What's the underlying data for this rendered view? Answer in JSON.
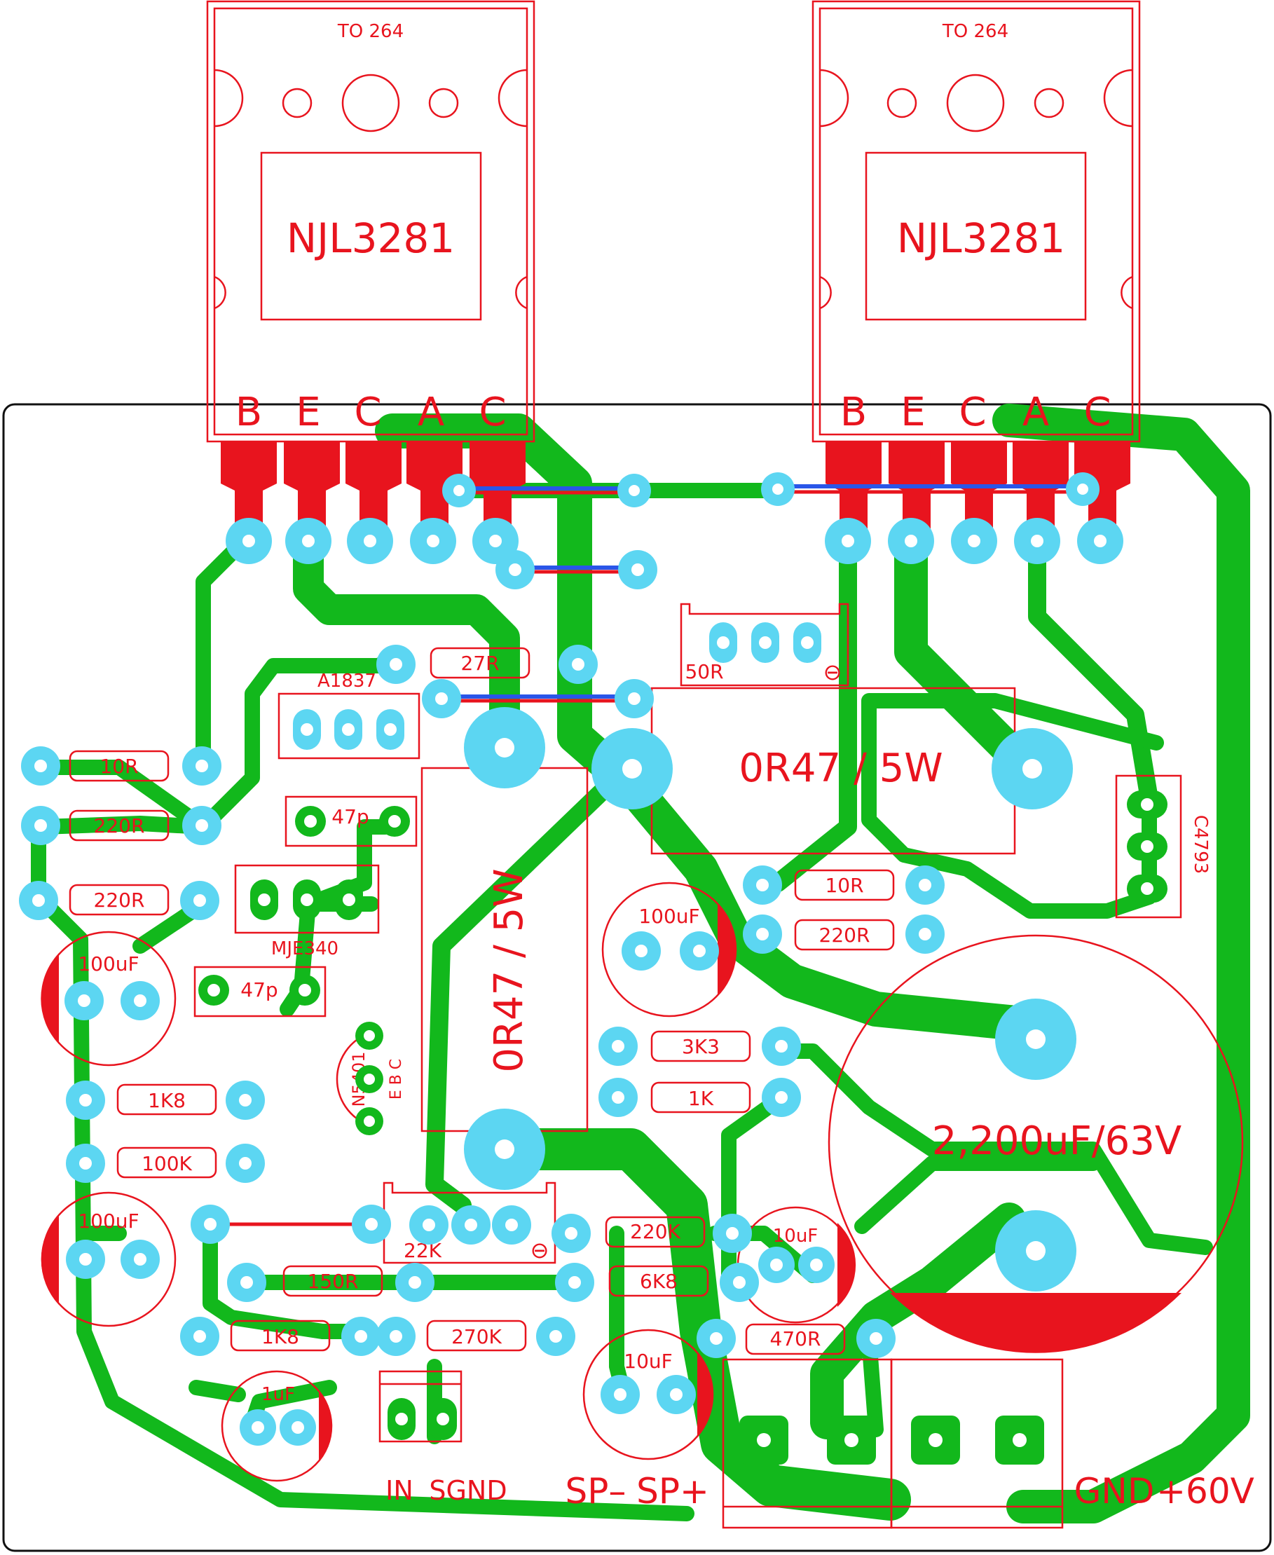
{
  "transistors": {
    "left": {
      "package": "TO 264",
      "part": "NJL3281",
      "pins": [
        "B",
        "E",
        "C",
        "A",
        "C"
      ]
    },
    "right": {
      "package": "TO 264",
      "part": "NJL3281",
      "pins": [
        "B",
        "E",
        "C",
        "A",
        "C"
      ]
    }
  },
  "components": {
    "q_a1837": "A1837",
    "r_27r": "27R",
    "pot_50r": "50R",
    "r_or47_h": "0R47 / 5W",
    "r_or47_v": "0R47 / 5W",
    "r_10r_l": "10R",
    "r_220r_l1": "220R",
    "r_220r_l2": "220R",
    "c_47p_1": "47p",
    "q_mje340": "MJE340",
    "c_47p_2": "47p",
    "c_100uf_l": "100uF",
    "c_100uf_c": "100uF",
    "r_1k8_1": "1K8",
    "r_100k": "100K",
    "d_n5401": "N5401",
    "d_pins": "E B C",
    "c_100uf_bl": "100uF",
    "pot_22k": "22K",
    "r_220k": "220K",
    "r_6k8": "6K8",
    "c_10uf_r": "10uF",
    "r_150r": "150R",
    "r_1k8_2": "1K8",
    "r_270k": "270K",
    "c_10uf_b": "10uF",
    "r_470r": "470R",
    "c_1uf": "1uF",
    "r_3k3": "3K3",
    "r_1k": "1K",
    "r_10r_r": "10R",
    "r_220r_r": "220R",
    "q_c4793": "C4793",
    "c_big": "2,200uF/63V"
  },
  "connectors": {
    "in": "IN",
    "sgnd": "SGND",
    "sp_minus": "SP–",
    "sp_plus": "SP+",
    "gnd": "GND",
    "plus60": "+60V"
  },
  "colors": {
    "copper": "#12b81c",
    "silkscreen": "#e8141e",
    "pad": "#5cd6f2",
    "jumper": "#2a56e8"
  }
}
